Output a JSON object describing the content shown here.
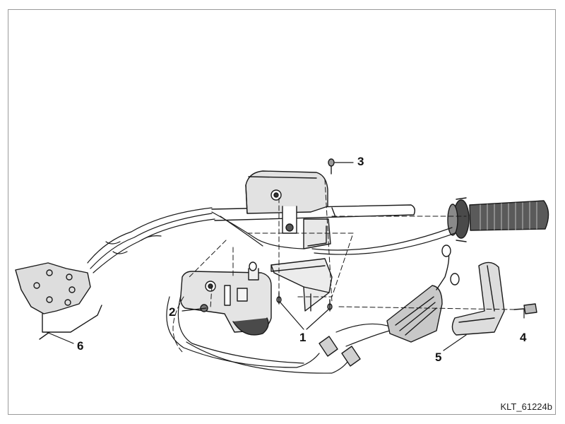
{
  "diagram": {
    "callouts": [
      {
        "id": "1",
        "label": "1"
      },
      {
        "id": "2",
        "label": "2"
      },
      {
        "id": "3",
        "label": "3"
      },
      {
        "id": "4",
        "label": "4"
      },
      {
        "id": "5",
        "label": "5"
      },
      {
        "id": "6",
        "label": "6"
      }
    ],
    "reference_code": "KLT_61224b"
  },
  "colors": {
    "line": "#1a1a1a",
    "shade": "#6e6e6e",
    "light": "#d9d9d9",
    "background": "#ffffff"
  }
}
